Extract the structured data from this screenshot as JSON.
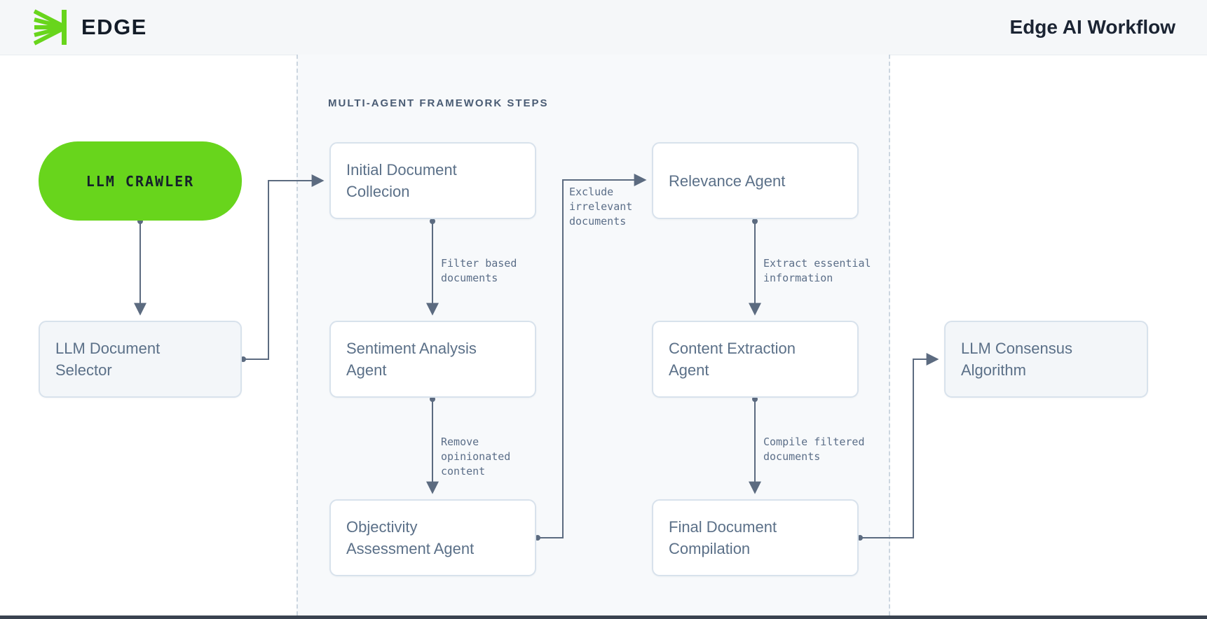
{
  "header": {
    "brand": "EDGE",
    "title": "Edge AI Workflow",
    "logo_icon": "edge-rays-icon"
  },
  "section": {
    "label": "MULTI-AGENT FRAMEWORK STEPS"
  },
  "nodes": {
    "crawler": "LLM CRAWLER",
    "doc_selector": "LLM Document Selector",
    "initial_collection": "Initial Document Collecion",
    "sentiment": "Sentiment Analysis Agent",
    "objectivity": "Objectivity Assessment Agent",
    "relevance": "Relevance Agent",
    "content_extraction": "Content Extraction Agent",
    "final_compilation": "Final Document Compilation",
    "consensus": "LLM Consensus Algorithm"
  },
  "edge_labels": {
    "filter": "Filter based\ndocuments",
    "remove": "Remove\nopinionated\ncontent",
    "exclude": "Exclude\nirrelevant\ndocuments",
    "extract": "Extract essential\ninformation",
    "compile": "Compile filtered\ndocuments"
  },
  "colors": {
    "accent_green": "#68d51c",
    "wire": "#5c6b80",
    "node_border": "#d8e2ec",
    "node_text": "#5b7088",
    "panel_bg": "#f7f9fb"
  }
}
